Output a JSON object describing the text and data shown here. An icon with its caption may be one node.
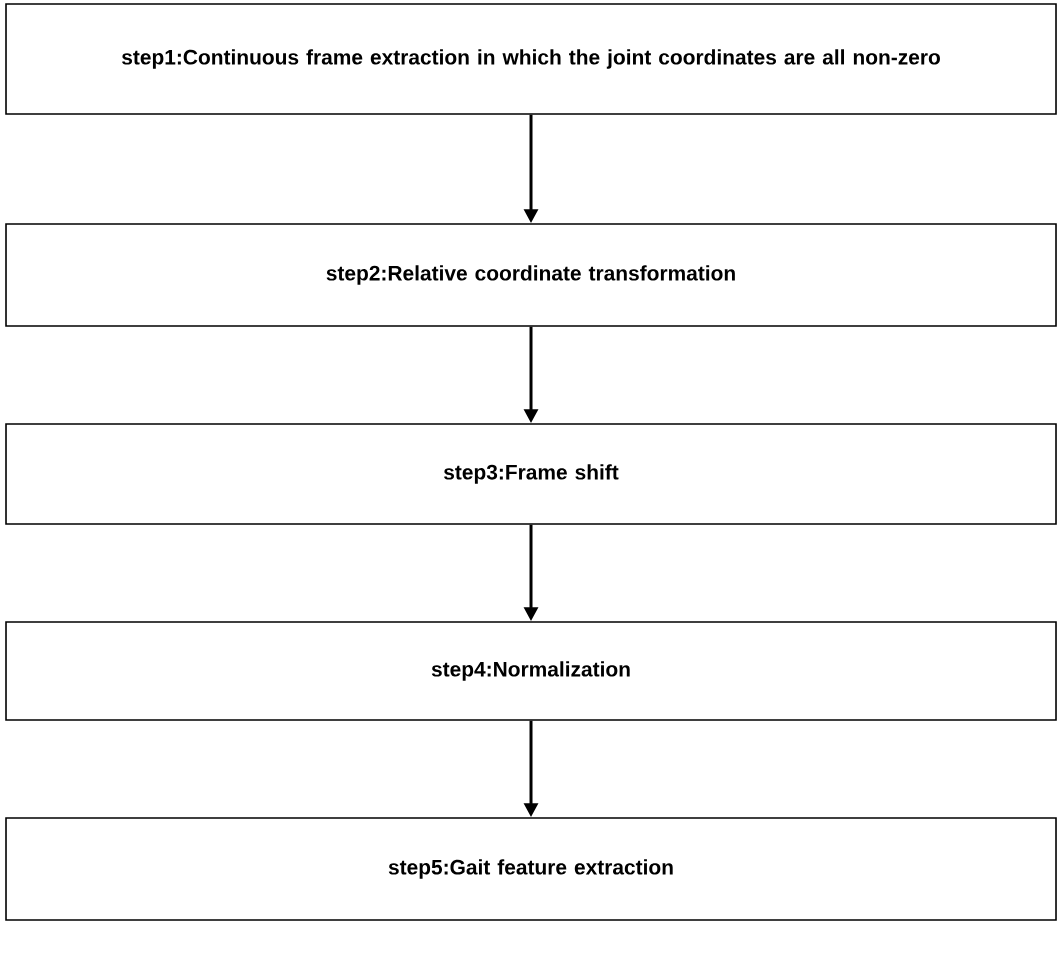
{
  "diagram": {
    "nodes": [
      {
        "text": [
          "step1:Continuous frame extraction in which the joint coordinates are all non-zero"
        ]
      },
      {
        "text": [
          "step2:Relative coordinate transformation"
        ]
      },
      {
        "text": [
          "step3:Frame shift"
        ]
      },
      {
        "text": [
          "step4:Normalization"
        ]
      },
      {
        "text": [
          "step5:Gait feature extraction"
        ]
      }
    ],
    "edges": [
      {
        "from": 0,
        "to": 1,
        "arrow": "to"
      },
      {
        "from": 1,
        "to": 2,
        "arrow": "to"
      },
      {
        "from": 2,
        "to": 3,
        "arrow": "to"
      },
      {
        "from": 3,
        "to": 4,
        "arrow": "to"
      }
    ]
  }
}
